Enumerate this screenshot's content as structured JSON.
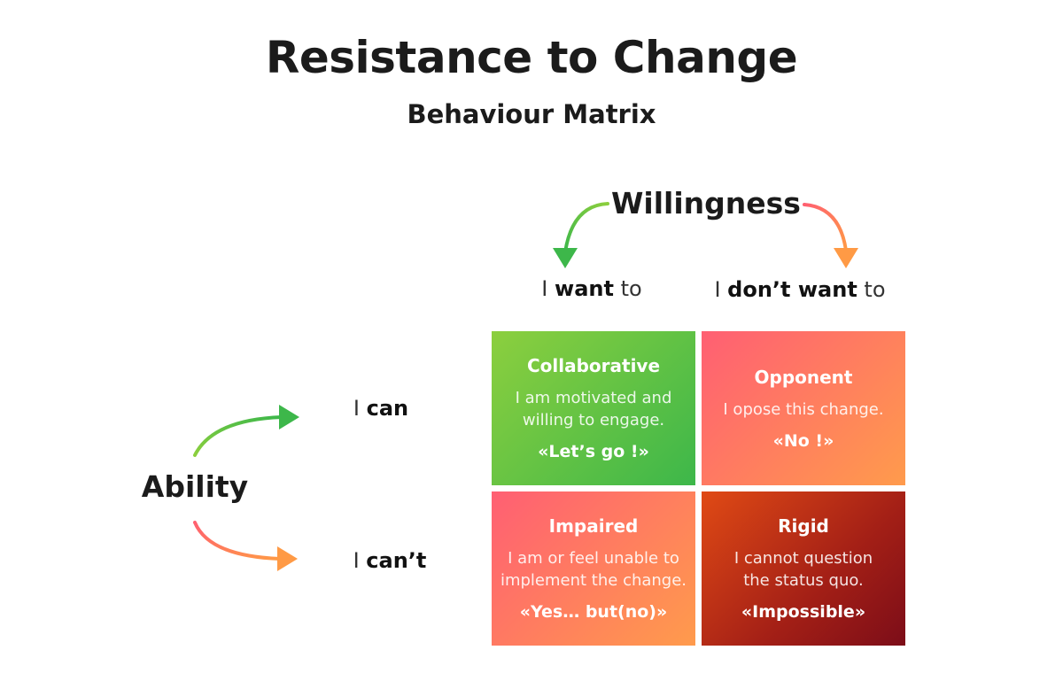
{
  "title": "Resistance to Change",
  "subtitle": "Behaviour Matrix",
  "axes": {
    "top": {
      "label": "Willingness",
      "columns": [
        {
          "prefix": "I ",
          "bold": "want",
          "suffix": " to"
        },
        {
          "prefix": "I ",
          "bold": "don’t want",
          "suffix": " to"
        }
      ]
    },
    "left": {
      "label": "Ability",
      "rows": [
        {
          "prefix": "I ",
          "bold": "can"
        },
        {
          "prefix": "I ",
          "bold": "can’t"
        }
      ]
    }
  },
  "cells": [
    {
      "title": "Collaborative",
      "desc_1": "I am motivated and",
      "desc_2": "willing to engage.",
      "quote": "«Let’s go !»"
    },
    {
      "title": "Opponent",
      "desc_1": "I opose this change.",
      "desc_2": "",
      "quote": "«No !»"
    },
    {
      "title": "Impaired",
      "desc_1": "I am or feel unable to",
      "desc_2": "implement the change.",
      "quote": "«Yes… but(no)»"
    },
    {
      "title": "Rigid",
      "desc_1": "I cannot question",
      "desc_2": "the status quo.",
      "quote": "«Impossible»"
    }
  ],
  "colors": {
    "green_arrow": "#4fbf4a",
    "orange_arrow": "#ff8a4a",
    "red_arrow": "#ff6070"
  }
}
